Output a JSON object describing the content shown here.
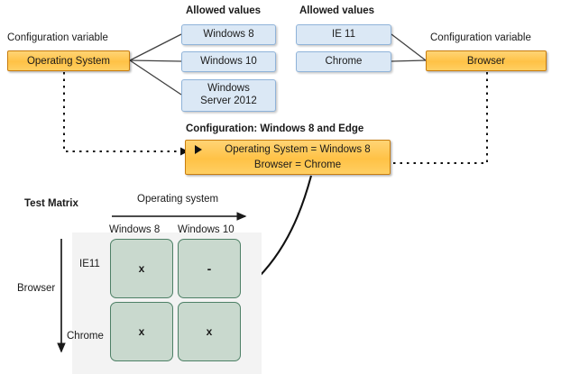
{
  "diagram": {
    "title_test_matrix": "Test Matrix",
    "config_variable_label_left": "Configuration variable",
    "config_variable_label_right": "Configuration variable",
    "allowed_values_label_left": "Allowed values",
    "allowed_values_label_right": "Allowed values"
  },
  "variables": {
    "operating_system": {
      "name": "Operating System",
      "allowed_values": [
        "Windows 8",
        "Windows 10",
        "Windows\nServer 2012"
      ],
      "value_1": "Windows 8",
      "value_2": "Windows 10",
      "value_3_line1": "Windows",
      "value_3_line2": "Server 2012"
    },
    "browser": {
      "name": "Browser",
      "allowed_values": [
        "IE 11",
        "Chrome"
      ],
      "value_1": "IE 11",
      "value_2": "Chrome"
    }
  },
  "configuration": {
    "title": "Configuration: Windows 8 and Edge",
    "line_1": "Operating System = Windows 8",
    "line_2": "Browser = Chrome",
    "marker_icon": "play-triangle-icon"
  },
  "matrix": {
    "x_axis_label": "Operating system",
    "y_axis_label": "Browser",
    "column_headers": [
      "Windows 8",
      "Windows 10"
    ],
    "row_headers": [
      "IE11",
      "Chrome"
    ],
    "cells": [
      [
        "x",
        "-"
      ],
      [
        "x",
        "x"
      ]
    ],
    "cell_r0c0": "x",
    "cell_r0c1": "-",
    "cell_r1c0": "x",
    "cell_r1c1": "x"
  },
  "colors": {
    "variable_box_fill": "#ffc246",
    "variable_box_border": "#c87d0e",
    "value_box_fill": "#dbe8f5",
    "value_box_border": "#8fb3d9",
    "matrix_cell_fill": "#c9d9ce",
    "matrix_cell_border": "#4e8066",
    "matrix_panel_fill": "#f3f3f3",
    "connector_line": "#404040"
  }
}
